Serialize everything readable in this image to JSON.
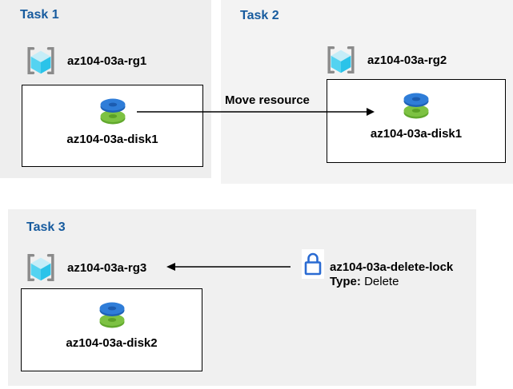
{
  "tasks": [
    {
      "title": "Task 1",
      "resource_group": "az104-03a-rg1",
      "resource": "az104-03a-disk1"
    },
    {
      "title": "Task 2",
      "resource_group": "az104-03a-rg2",
      "resource": "az104-03a-disk1"
    },
    {
      "title": "Task 3",
      "resource_group": "az104-03a-rg3",
      "resource": "az104-03a-disk2"
    }
  ],
  "move_arrow_label": "Move resource",
  "lock": {
    "name": "az104-03a-delete-lock",
    "type_label": "Type:",
    "type_value": "Delete"
  },
  "icons": {
    "resource_group": "resource-group-icon",
    "disk": "managed-disk-icon",
    "lock": "lock-icon"
  },
  "colors": {
    "heading_blue": "#175b9e",
    "panel_gray": "#f0f0f0",
    "box_border": "#000000",
    "arrow": "#000000",
    "lock_blue": "#2a6bd2",
    "disk_blue": "#2f7dd8",
    "disk_blue_dark": "#1e62b6",
    "disk_green": "#7dc242",
    "disk_green_dark": "#61a82d",
    "rg_cube_top": "#c5edf8",
    "rg_cube_left": "#54d3f1",
    "rg_cube_right": "#2bc3e9",
    "rg_bracket_gray": "#8b8b8b"
  }
}
